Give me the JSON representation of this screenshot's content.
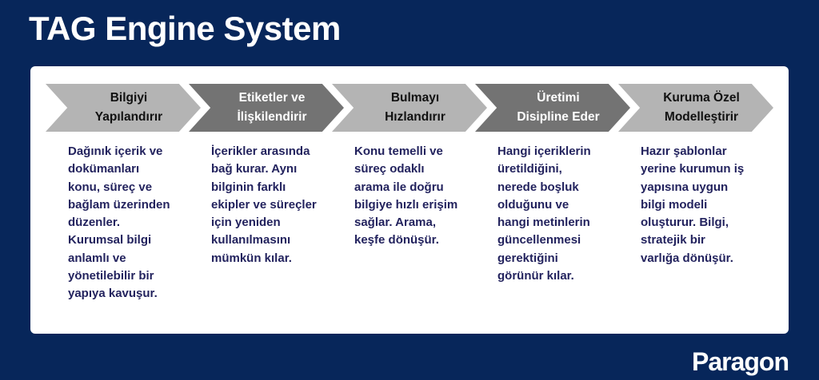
{
  "title": "TAG Engine System",
  "logo": "Paragon",
  "steps": [
    {
      "heading": "Bilgiyi\nYapılandırır",
      "description": "Dağınık içerik ve\ndokümanları\nkonu, süreç ve\nbağlam üzerinden\ndüzenler.\nKurumsal bilgi\nanlamlı ve\nyönetilebilir bir\nyapıya kavuşur."
    },
    {
      "heading": "Etiketler ve\nİlişkilendirir",
      "description": "İçerikler arasında\nbağ kurar. Aynı\nbilginin farklı\nekipler ve süreçler\niçin yeniden\nkullanılmasını\nmümkün kılar."
    },
    {
      "heading": "Bulmayı\nHızlandırır",
      "description": "Konu temelli ve\nsüreç odaklı\narama ile doğru\nbilgiye hızlı erişim\nsağlar. Arama,\nkeşfe dönüşür."
    },
    {
      "heading": "Üretimi\nDisipline Eder",
      "description": "Hangi içeriklerin\nüretildiğini,\nnerede boşluk\nolduğunu ve\nhangi metinlerin\ngüncellenmesi\ngerektiğini\ngörünür kılar."
    },
    {
      "heading": "Kuruma Özel\nModelleştirir",
      "description": "Hazır şablonlar\nyerine kurumun iş\nyapısına uygun\nbilgi modeli\noluşturur. Bilgi,\nstratejik bir\nvarlığa dönüşür."
    }
  ],
  "colors": {
    "background": "#07265a",
    "arrow_light": "#b4b4b4",
    "arrow_dark": "#737373",
    "text": "#23235e"
  }
}
